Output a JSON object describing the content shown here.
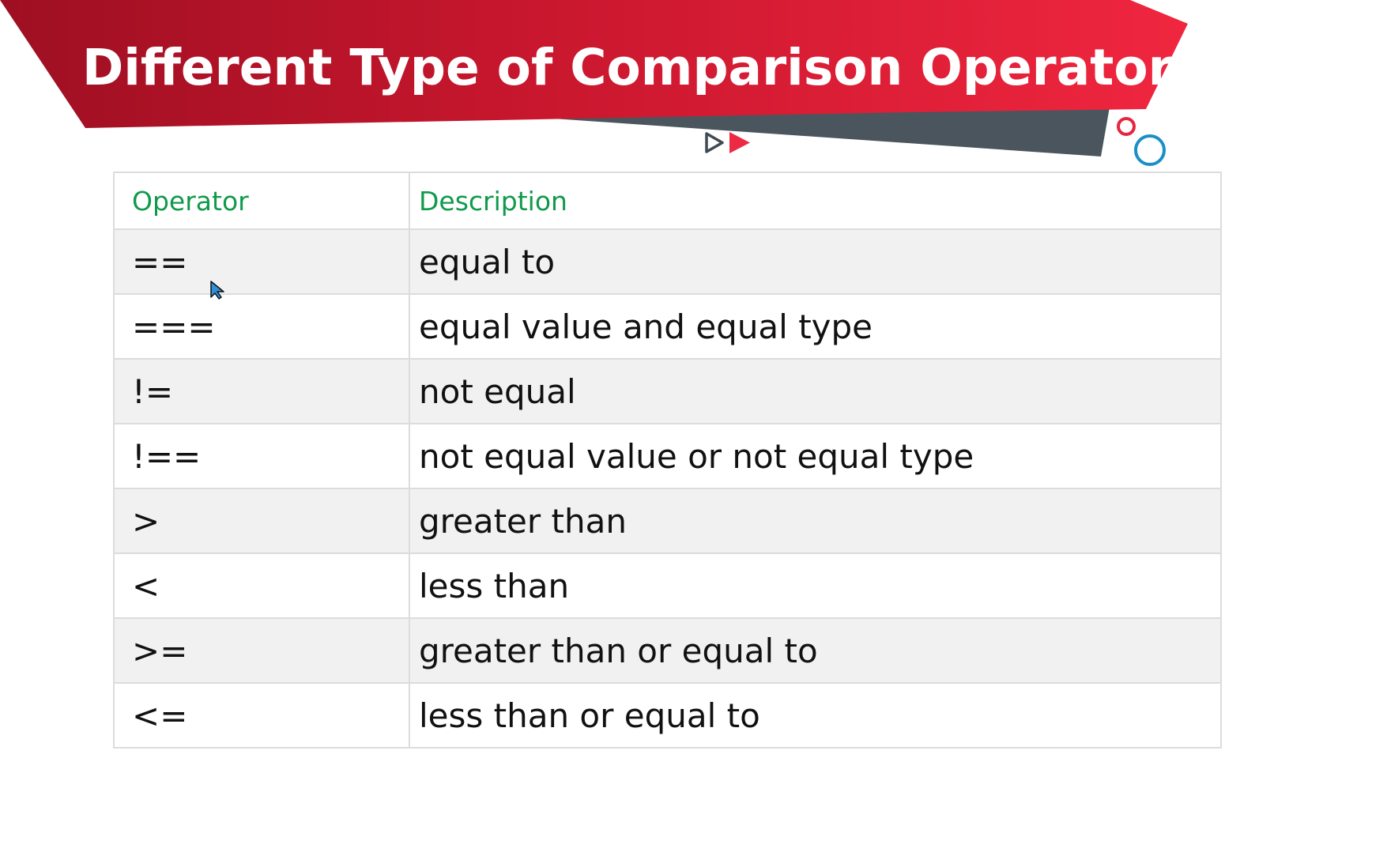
{
  "slide": {
    "title": "Different Type of Comparison Operators :"
  },
  "colors": {
    "banner_red": "#e3203a",
    "banner_dark_red": "#9e0f22",
    "banner_slate": "#4a555d",
    "header_text_green": "#0f9a4b",
    "accent_blue": "#1a8fc7"
  },
  "icons": [
    "play-arrows-icon",
    "circles-decoration-icon",
    "mouse-cursor-icon"
  ],
  "table": {
    "headers": [
      "Operator",
      "Description"
    ],
    "rows": [
      [
        "==",
        "equal to"
      ],
      [
        "===",
        "equal value and equal type"
      ],
      [
        "!=",
        "not equal"
      ],
      [
        "!==",
        "not equal value or not equal type"
      ],
      [
        ">",
        "greater than"
      ],
      [
        "<",
        "less than"
      ],
      [
        ">=",
        "greater than or equal to"
      ],
      [
        "<=",
        "less than or equal to"
      ]
    ]
  }
}
